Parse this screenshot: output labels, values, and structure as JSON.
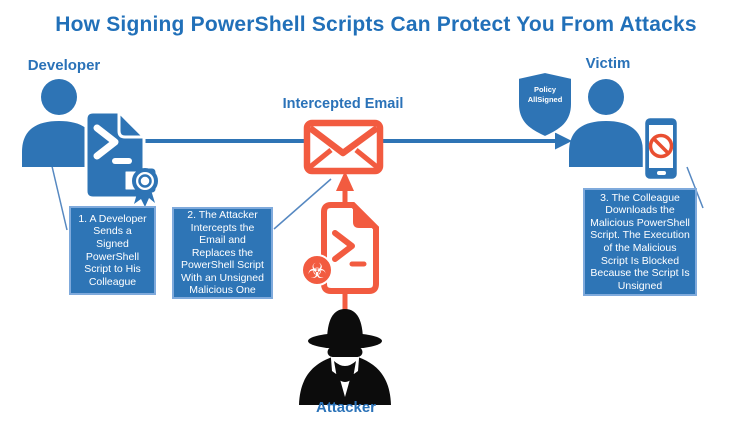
{
  "title": "How Signing PowerShell Scripts Can Protect You From Attacks",
  "labels": {
    "developer": "Developer",
    "intercepted_email": "Intercepted Email",
    "victim": "Victim",
    "attacker": "Attacker"
  },
  "shield": {
    "text": "Policy\nAllSigned"
  },
  "steps": [
    {
      "text": "1. A Developer\nSends a\nSigned\nPowerShell\nScript to His\nColleague"
    },
    {
      "text": "2. The Attacker\nIntercepts the\nEmail and\nReplaces the\nPowerShell Script\nWith an Unsigned\nMalicious One"
    },
    {
      "text": "3. The Colleague\nDownloads the\nMalicious PowerShell\nScript. The Execution\nof the Malicious\nScript Is Blocked\nBecause the Script Is\nUnsigned"
    }
  ],
  "icons": {
    "biohazard_glyph": "☣",
    "developer": "person-icon",
    "victim": "person-icon",
    "signed_script": "powershell-script-signed-icon",
    "malicious_script": "powershell-script-biohazard-icon",
    "email": "envelope-icon",
    "shield": "policy-shield-icon",
    "phone": "smartphone-blocked-icon",
    "attacker": "spy-icon"
  },
  "colors": {
    "blue": "#2e74b5",
    "title_blue": "#2170b9",
    "box_fill": "#2e75b6",
    "box_border": "#7faadc",
    "orange": "#f25b40",
    "blocked_red": "#e94f31",
    "attacker_black": "#0c0c0c",
    "text_white": "#ffffff"
  }
}
